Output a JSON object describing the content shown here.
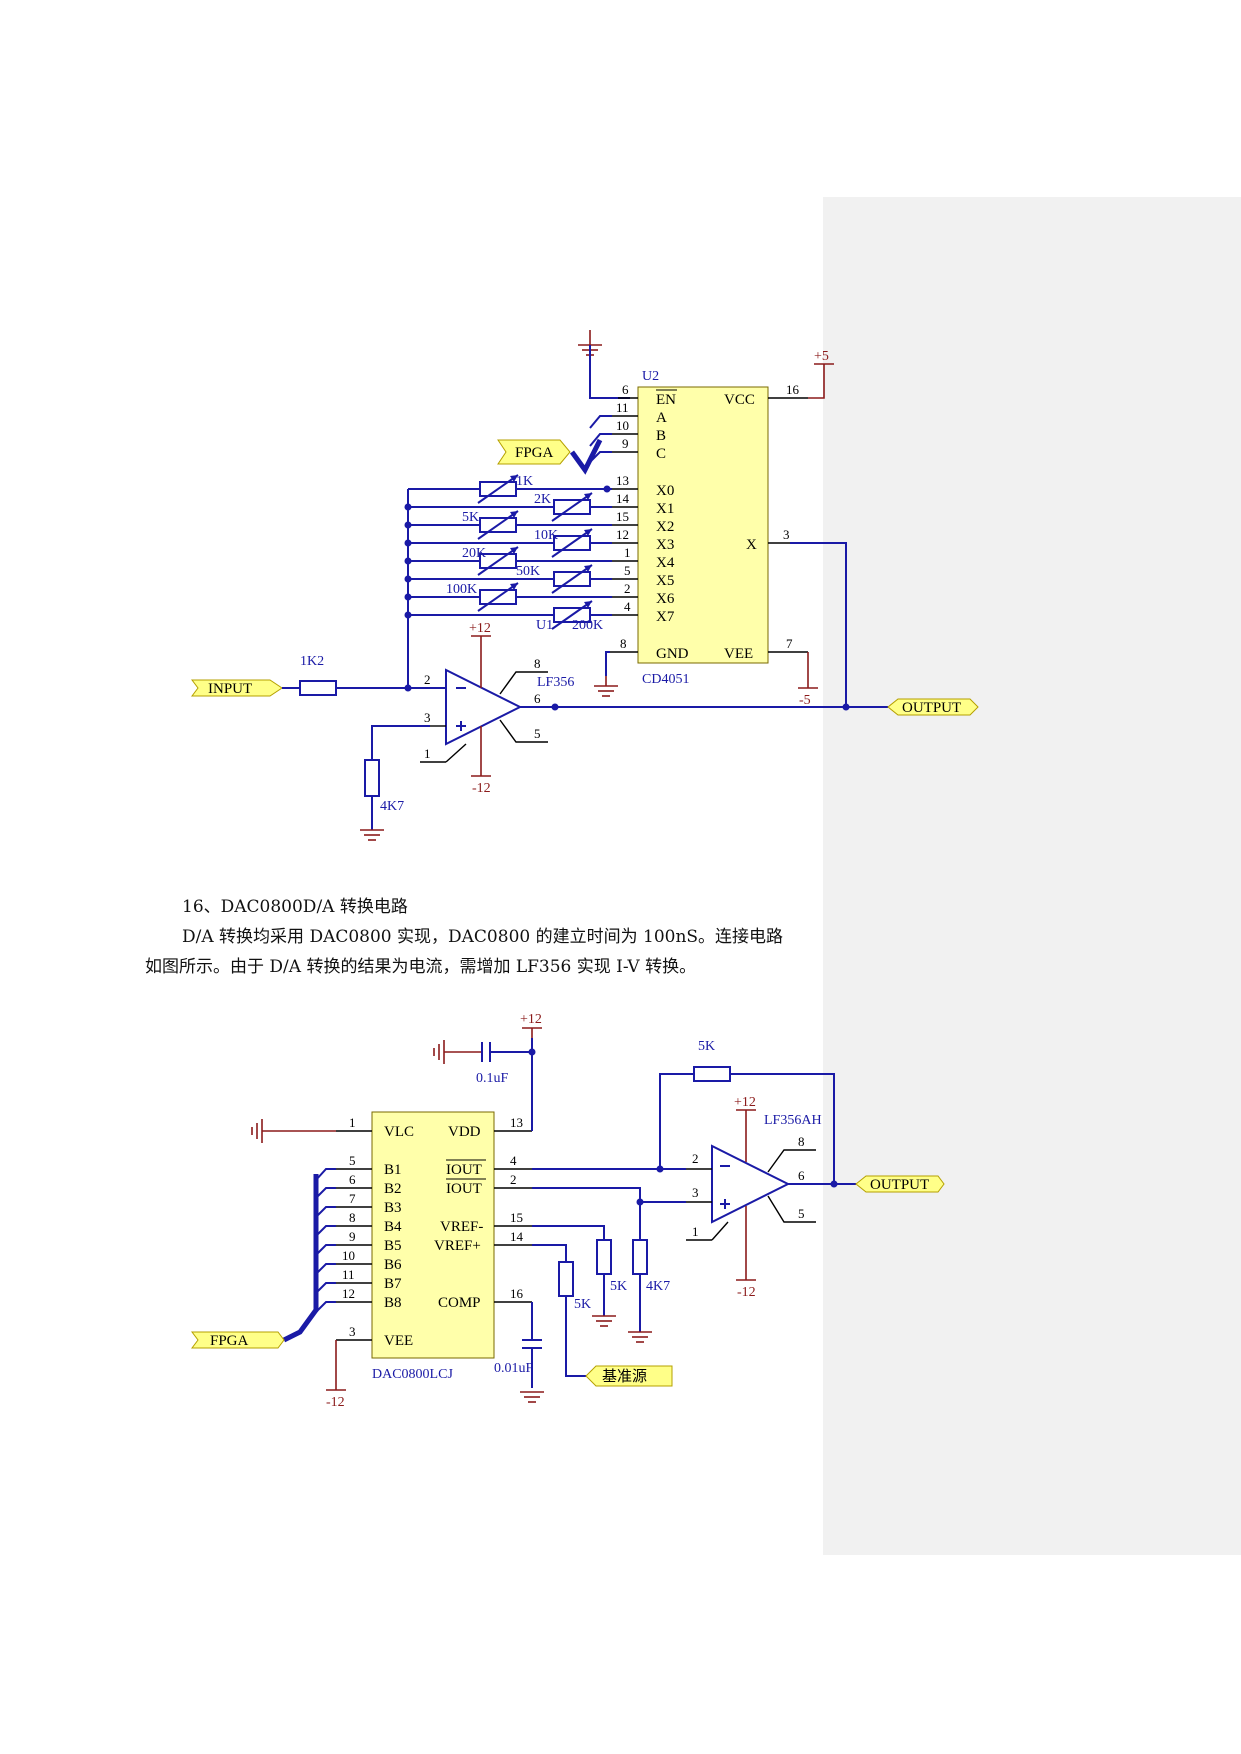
{
  "circuit1": {
    "u2_ref": "U2",
    "u2_part": "CD4051",
    "u2_pins_left": [
      {
        "num": "6",
        "name": "EN"
      },
      {
        "num": "11",
        "name": "A"
      },
      {
        "num": "10",
        "name": "B"
      },
      {
        "num": "9",
        "name": "C"
      },
      {
        "num": "13",
        "name": "X0"
      },
      {
        "num": "14",
        "name": "X1"
      },
      {
        "num": "15",
        "name": "X2"
      },
      {
        "num": "12",
        "name": "X3"
      },
      {
        "num": "1",
        "name": "X4"
      },
      {
        "num": "5",
        "name": "X5"
      },
      {
        "num": "2",
        "name": "X6"
      },
      {
        "num": "4",
        "name": "X7"
      },
      {
        "num": "8",
        "name": "GND"
      }
    ],
    "u2_pins_right": [
      {
        "num": "16",
        "name": "VCC"
      },
      {
        "num": "3",
        "name": "X"
      },
      {
        "num": "7",
        "name": "VEE"
      }
    ],
    "vcc_supply": "+5",
    "vee_supply": "-5",
    "fpga_port": "FPGA",
    "input_port": "INPUT",
    "output_port": "OUTPUT",
    "resistors": [
      "1K",
      "2K",
      "5K",
      "10K",
      "20K",
      "50K",
      "100K",
      "200K"
    ],
    "u1_ref": "U1",
    "r_in": "1K2",
    "r_bias": "4K7",
    "opamp_part": "LF356",
    "opamp_pins": {
      "inv": "2",
      "noninv": "3",
      "out": "6",
      "p8": "8",
      "p5": "5",
      "p1": "1"
    },
    "opamp_vpos": "+12",
    "opamp_vneg": "-12"
  },
  "section": {
    "heading": "16、DAC0800D/A 转换电路",
    "para_line1": "D/A 转换均采用 DAC0800 实现，DAC0800 的建立时间为 100nS。连接电路",
    "para_line2": "如图所示。由于 D/A 转换的结果为电流，需增加 LF356 实现 I-V 转换。"
  },
  "circuit2": {
    "chip_part": "DAC0800LCJ",
    "chip_pins_left": [
      {
        "num": "1",
        "name": "VLC"
      },
      {
        "num": "5",
        "name": "B1"
      },
      {
        "num": "6",
        "name": "B2"
      },
      {
        "num": "7",
        "name": "B3"
      },
      {
        "num": "8",
        "name": "B4"
      },
      {
        "num": "9",
        "name": "B5"
      },
      {
        "num": "10",
        "name": "B6"
      },
      {
        "num": "11",
        "name": "B7"
      },
      {
        "num": "12",
        "name": "B8"
      },
      {
        "num": "3",
        "name": "VEE"
      }
    ],
    "chip_pins_right": [
      {
        "num": "13",
        "name": "VDD"
      },
      {
        "num": "4",
        "name": "IOUT"
      },
      {
        "num": "2",
        "name": "IOUT"
      },
      {
        "num": "15",
        "name": "VREF-"
      },
      {
        "num": "14",
        "name": "VREF+"
      },
      {
        "num": "16",
        "name": "COMP"
      }
    ],
    "vdd_supply": "+12",
    "vee_supply": "-12",
    "cap_top": "0.1uF",
    "cap_comp": "0.01uF",
    "r_feedback": "5K",
    "r_vref": "5K",
    "r_5k": "5K",
    "r_4k7": "4K7",
    "ref_port": "基准源",
    "fpga_port": "FPGA",
    "output_port": "OUTPUT",
    "opamp_part": "LF356AH",
    "opamp_pins": {
      "inv": "2",
      "noninv": "3",
      "out": "6",
      "p8": "8",
      "p5": "5",
      "p1": "1"
    },
    "opamp_vpos": "+12",
    "opamp_vneg": "-12"
  }
}
